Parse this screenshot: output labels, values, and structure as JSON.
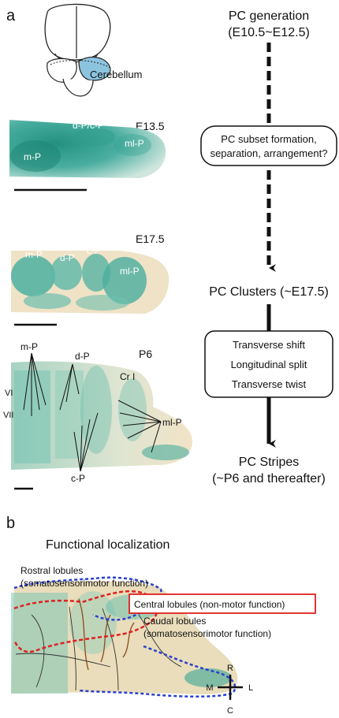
{
  "panel_a": {
    "letter": "a",
    "brain_label": "Cerebellum",
    "stages": {
      "e135": {
        "label": "E13.5",
        "regions": {
          "dp_cp": "d-P/c-P",
          "mp": "m-P",
          "mlp": "ml-P"
        }
      },
      "e175": {
        "label": "E17.5",
        "regions": {
          "mp": "m-P",
          "dp": "d-P",
          "cp": "c-P",
          "mlp": "ml-P"
        }
      },
      "p6": {
        "label": "P6",
        "regions": {
          "mp": "m-P",
          "dp": "d-P",
          "cri": "Cr I",
          "lob_vi": "VI",
          "lob_vii": "VII",
          "mlp": "ml-P",
          "cp": "c-P"
        }
      }
    },
    "flow": {
      "generation_line1": "PC generation",
      "generation_line2": "(E10.5~E12.5)",
      "subset_line1": "PC subset formation,",
      "subset_line2": "separation, arrangement?",
      "clusters": "PC Clusters (~E17.5)",
      "process_steps": [
        "Transverse shift",
        "Longitudinal split",
        "Transverse twist"
      ],
      "stripes_line1": "PC Stripes",
      "stripes_line2": "(~P6 and thereafter)"
    }
  },
  "panel_b": {
    "letter": "b",
    "title": "Functional localization",
    "rostral_line1": "Rostral lobules",
    "rostral_line2": "(somatosensorimotor function)",
    "central": "Central lobules (non-motor function)",
    "caudal_line1": "Caudal lobules",
    "caudal_line2": "(somatosensorimotor function)",
    "compass": {
      "rostral": "R",
      "caudal": "C",
      "medial": "M",
      "lateral": "L"
    }
  },
  "colors": {
    "stain_dark": "#2a9a8c",
    "stain_light": "#7fc6b4",
    "tissue": "#efe2c6",
    "cerebellum_highlight": "#8cc4e0",
    "rostral_outline": "#2b3fcf",
    "central_outline": "#e02020"
  }
}
